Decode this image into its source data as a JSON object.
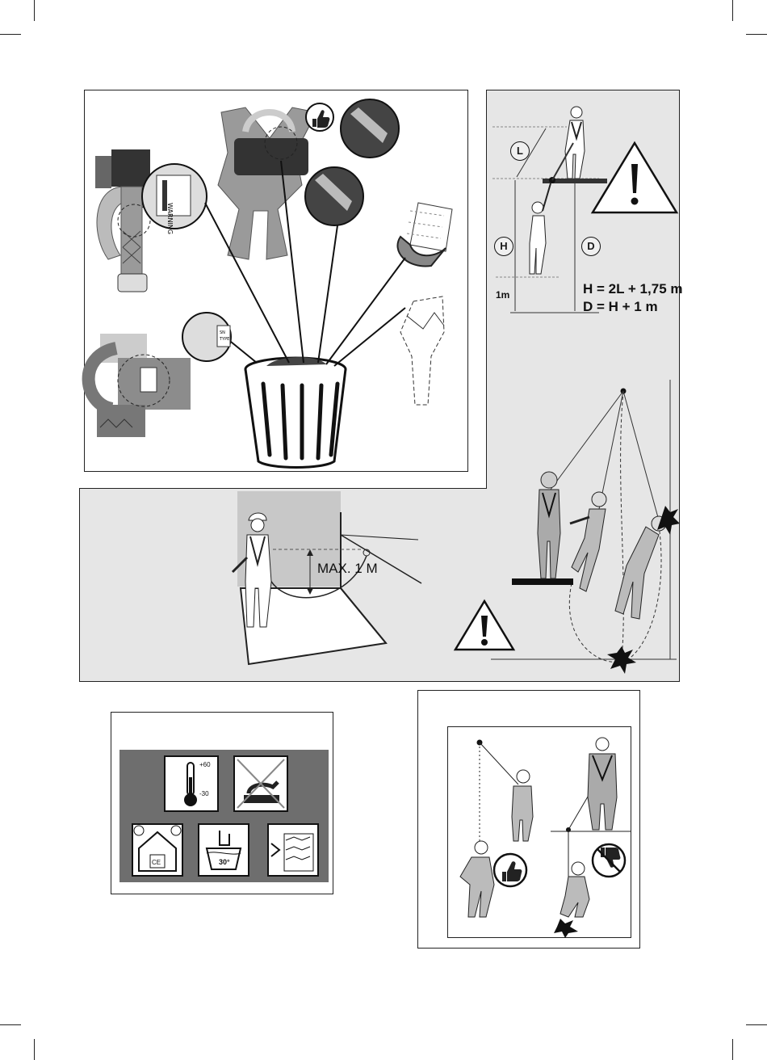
{
  "inspection_panel": {
    "warning_label": "WARNING",
    "tag_lines": [
      "SN",
      "TYPE"
    ]
  },
  "clearance_panel": {
    "label_L": "L",
    "label_H": "H",
    "label_D": "D",
    "label_1m": "1m",
    "formula_H": "H = 2L + 1,75 m",
    "formula_D": "D = H + 1 m"
  },
  "anchor_panel": {
    "max_label": "MAX. 1 M"
  },
  "storage_panel": {
    "temp_max": "+60",
    "temp_min": "-30",
    "ce_mark": "CE",
    "wash_temp": "30°"
  },
  "icons": [
    "thumbs-up-icon",
    "thumbs-down-icon",
    "warning-triangle-icon",
    "trash-bin-icon",
    "thermometer-icon",
    "no-chemicals-icon",
    "store-indoors-icon",
    "hand-wash-icon",
    "no-bleach-icon"
  ],
  "colors": {
    "panel_grey": "#e6e6e6",
    "storage_dark": "#6e6e6e",
    "ink": "#1a1a1a"
  }
}
